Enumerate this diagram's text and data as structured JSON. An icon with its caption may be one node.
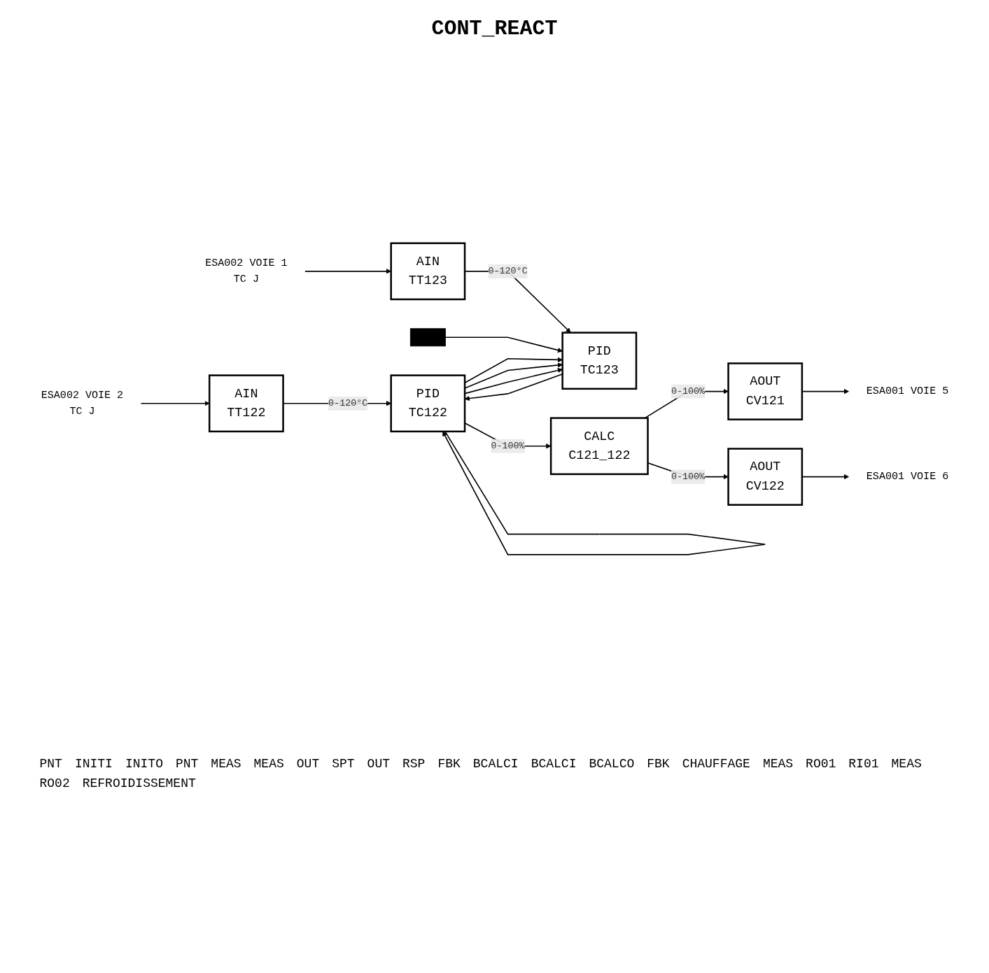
{
  "diagram": {
    "title": "CONT_REACT",
    "nodes": [
      {
        "text": [
          "ESA002 VOIE 2",
          "TC J"
        ]
      },
      {
        "text": [
          "AIN",
          "TT122"
        ]
      },
      {
        "text": [
          "ESA002 VOIE 1",
          "TC J"
        ]
      },
      {
        "text": [
          "AIN",
          "TT123"
        ]
      },
      {
        "text": [],
        "shape": "bar"
      },
      {
        "text": [
          "PID",
          "TC123"
        ]
      },
      {
        "text": [
          "PID",
          "TC122"
        ]
      },
      {
        "text": [
          "ESA001 VOIE 5"
        ]
      },
      {
        "text": [
          "AOUT",
          "CV121"
        ]
      },
      {
        "text": [
          "CALC",
          "C121_122"
        ]
      },
      {
        "text": [
          "ESA001 VOIE 6"
        ]
      },
      {
        "text": [
          "AOUT",
          "CV122"
        ]
      }
    ],
    "edges": [
      {
        "from": 0,
        "to": 1,
        "arrow": "to"
      },
      {
        "from": 2,
        "to": 3,
        "arrow": "to"
      },
      {
        "from": 1,
        "to": 6,
        "arrow": "to",
        "label": "0-120°C"
      },
      {
        "from": 3,
        "to": 5,
        "arrow": "to",
        "label": "0-120°C"
      },
      {
        "from": 4,
        "to": 5,
        "arrow": "to"
      },
      {
        "from": 5,
        "to": 6,
        "arrow": "to"
      },
      {
        "from": 6,
        "to": 5,
        "arrow": "to"
      },
      {
        "from": 6,
        "to": 5,
        "arrow": "to"
      },
      {
        "from": 6,
        "to": 5,
        "arrow": "to"
      },
      {
        "from": 6,
        "to": 6,
        "arrow": "to"
      },
      {
        "from": 6,
        "to": 9,
        "arrow": "to",
        "label": "0-100%"
      },
      {
        "from": 9,
        "to": 8,
        "arrow": "to",
        "label": "0-100%"
      },
      {
        "from": 9,
        "to": 11,
        "arrow": "to",
        "label": "0-100%"
      },
      {
        "from": 8,
        "to": 7,
        "arrow": "to"
      },
      {
        "from": 11,
        "to": 10,
        "arrow": "to"
      }
    ],
    "labels": [
      "PNT",
      "INITI",
      "INITO",
      "PNT",
      "MEAS",
      "MEAS",
      "OUT",
      "SPT",
      "OUT",
      "RSP",
      "FBK",
      "BCALCI",
      "BCALCI",
      "BCALCO",
      "FBK",
      "CHAUFFAGE",
      "MEAS",
      "RO01",
      "RI01",
      "MEAS",
      "RO02",
      "REFROIDISSEMENT"
    ]
  }
}
